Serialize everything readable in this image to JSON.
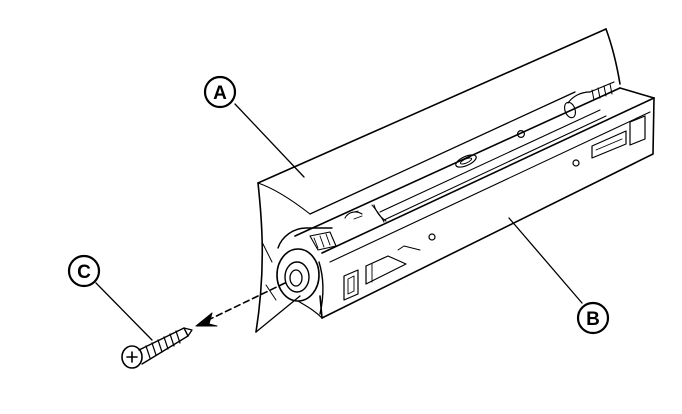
{
  "callouts": {
    "a": "A",
    "b": "B",
    "c": "C"
  },
  "parts": {
    "a": "cover",
    "b": "rail-housing",
    "c": "screw"
  },
  "colors": {
    "ink": "#000000",
    "paper": "#ffffff"
  }
}
